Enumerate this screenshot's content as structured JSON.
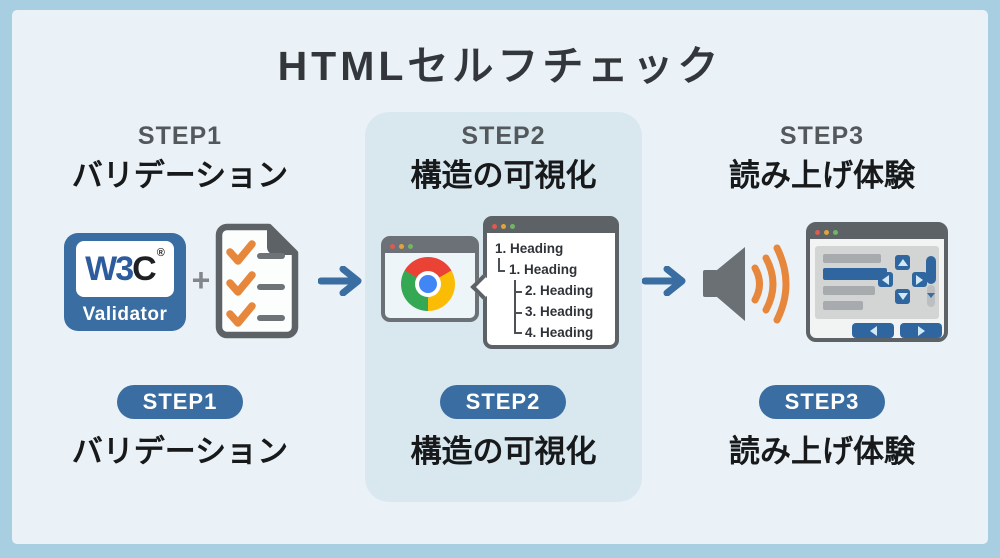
{
  "title": "HTMLセルフチェック",
  "steps": [
    {
      "label": "STEP1",
      "heading": "バリデーション",
      "badge": "STEP1",
      "caption": "バリデーション"
    },
    {
      "label": "STEP2",
      "heading": "構造の可視化",
      "badge": "STEP2",
      "caption": "構造の可視化"
    },
    {
      "label": "STEP3",
      "heading": "読み上げ体験",
      "badge": "STEP3",
      "caption": "読み上げ体験"
    }
  ],
  "validator": {
    "logo_w3": "W3",
    "logo_c": "C",
    "reg": "®",
    "caption": "Validator",
    "plus": "+"
  },
  "outline": {
    "items": [
      "1. Heading",
      "1. Heading",
      "2. Heading",
      "3. Heading",
      "4. Heading"
    ]
  },
  "colors": {
    "outer_frame": "#a7cee1",
    "background": "#eaf2f7",
    "highlight_panel": "#d9e8ef",
    "accent_blue": "#3a6da1",
    "accent_orange": "#e6873c",
    "window_gray": "#5d6267",
    "chrome_red": "#ea4335",
    "chrome_yellow": "#fbbc05",
    "chrome_green": "#34a853",
    "chrome_blue": "#4285f4"
  }
}
